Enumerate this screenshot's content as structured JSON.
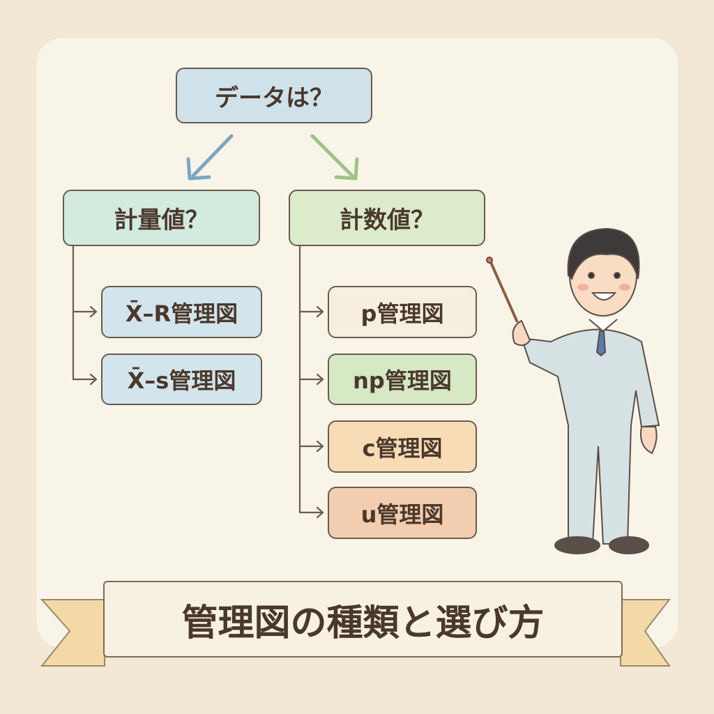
{
  "root": {
    "label": "データは？"
  },
  "branches": [
    {
      "label": "計量値？",
      "items": [
        "X̄–R管理図",
        "X̄–s管理図"
      ]
    },
    {
      "label": "計数値？",
      "items": [
        "p管理図",
        "np管理図",
        "c管理図",
        "u管理図"
      ]
    }
  ],
  "title": "管理図の種類と選び方",
  "colors": {
    "root": "#cfe2ea",
    "variable": "#d3eadf",
    "attribute": "#dcebc9",
    "p": "#f6efdf",
    "np": "#d6e8c4",
    "c": "#f8dcb6",
    "u": "#f3cdaf",
    "text": "#4a382c"
  }
}
